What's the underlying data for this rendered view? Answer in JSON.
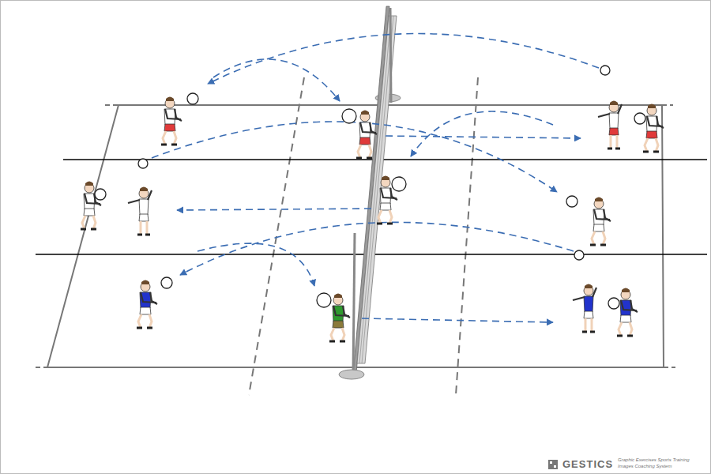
{
  "diagram": {
    "labels": [
      "GESTICS",
      "Graphic Exercises Sports Training",
      "Images Coaching System"
    ]
  }
}
